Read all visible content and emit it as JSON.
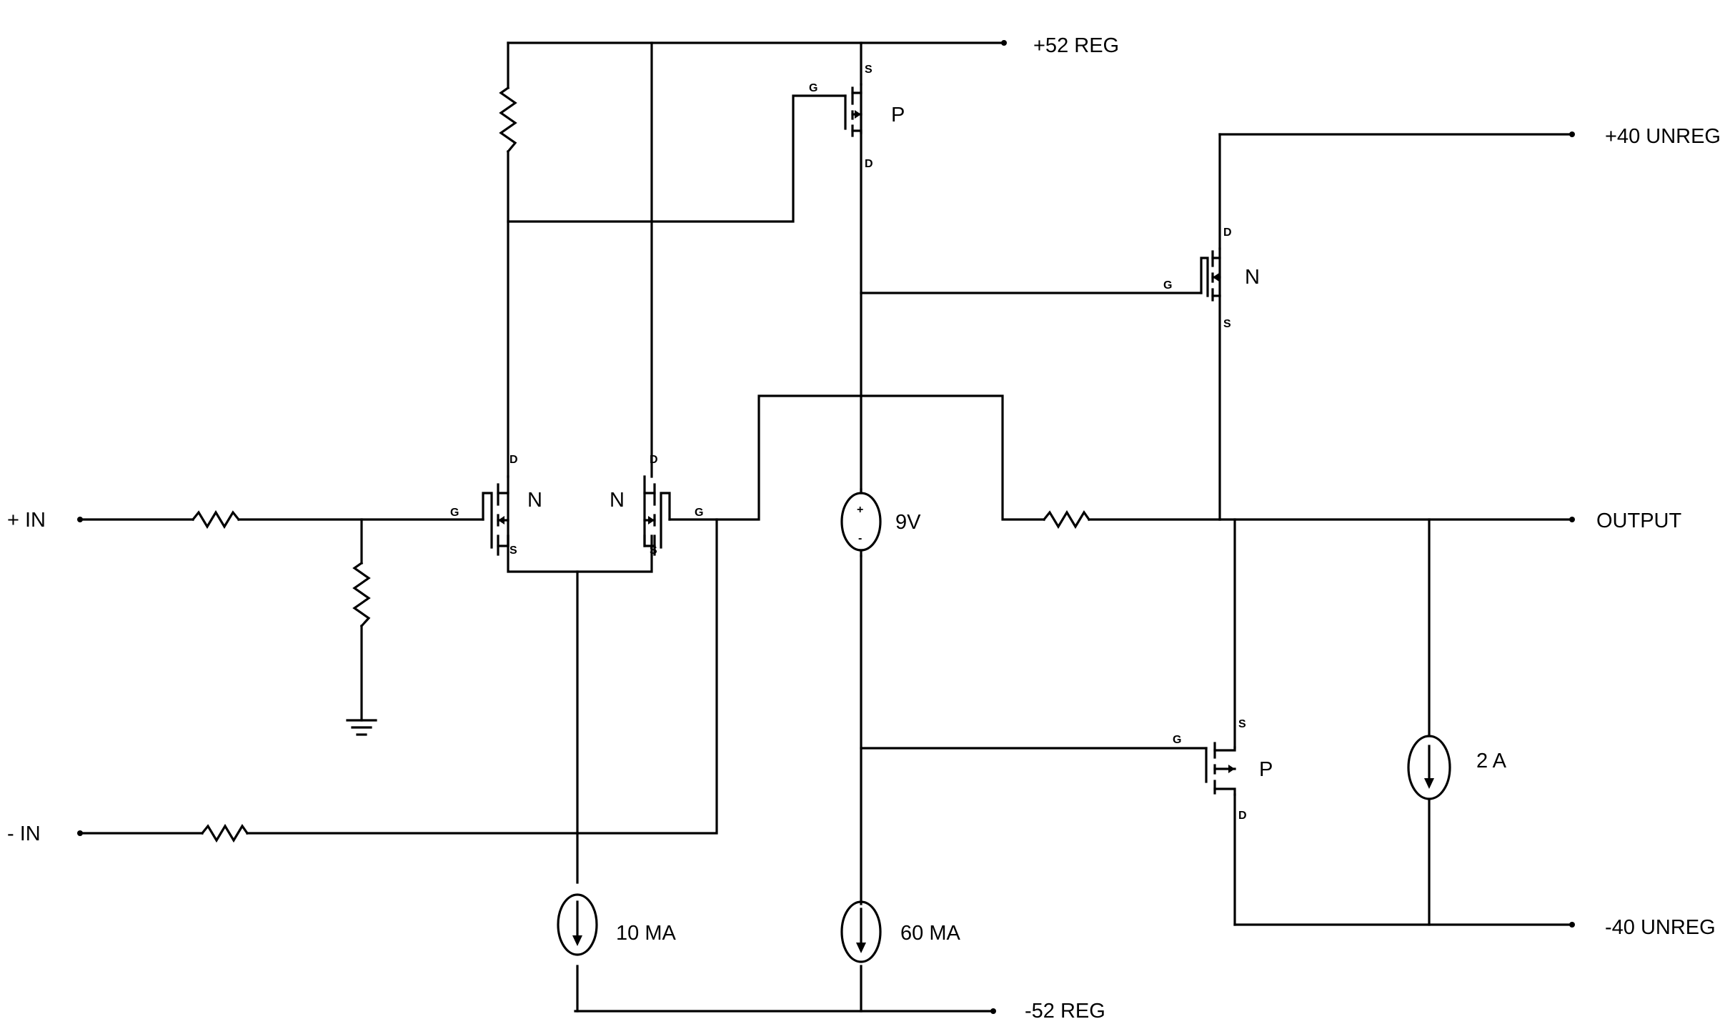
{
  "rails": {
    "pos52": "+52 REG",
    "neg52": "-52 REG",
    "pos40": "+40 UNREG",
    "neg40": "-40 UNREG"
  },
  "io": {
    "plus_in": "+ IN",
    "minus_in": "- IN",
    "output": "OUTPUT"
  },
  "transistors": {
    "q1": {
      "type": "N",
      "g": "G",
      "d": "D",
      "s": "S"
    },
    "q2": {
      "type": "N",
      "g": "G",
      "d": "D",
      "s": "S"
    },
    "q3": {
      "type": "P",
      "g": "G",
      "d": "D",
      "s": "S"
    },
    "q4": {
      "type": "N",
      "g": "G",
      "d": "D",
      "s": "S"
    },
    "q5": {
      "type": "P",
      "g": "G",
      "d": "D",
      "s": "S"
    }
  },
  "sources": {
    "v_bias": "9V",
    "v_plus": "+",
    "v_minus": "-",
    "i_tail": "10 MA",
    "i_bias": "60 MA",
    "i_load": "2 A"
  }
}
